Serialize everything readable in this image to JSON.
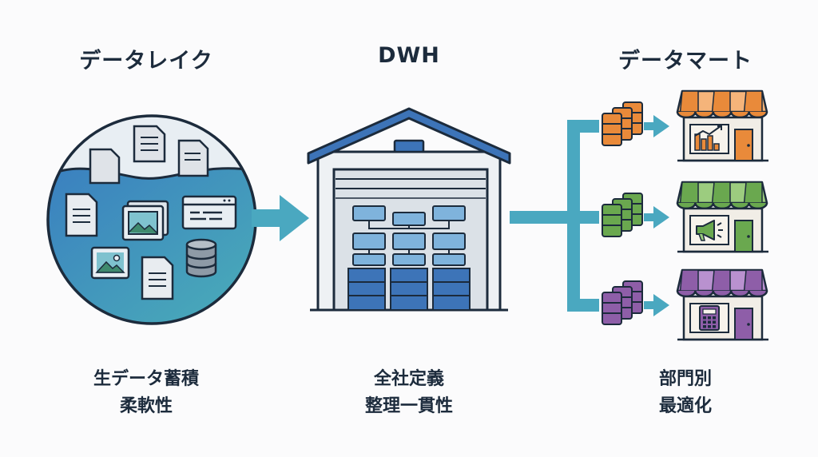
{
  "stages": [
    {
      "id": "data-lake",
      "title": "データレイク",
      "caption": [
        "生データ蓄積",
        "柔軟性"
      ]
    },
    {
      "id": "dwh",
      "title": "DWH",
      "caption": [
        "全社定義",
        "整理一貫性"
      ]
    },
    {
      "id": "data-mart",
      "title": "データマート",
      "caption": [
        "部門別",
        "最適化"
      ]
    }
  ],
  "marts": [
    {
      "color": "#e98a3a",
      "light": "#f5b47a",
      "icon": "bar-chart-icon",
      "department": "analytics"
    },
    {
      "color": "#6aa84f",
      "light": "#9ccc7f",
      "icon": "megaphone-icon",
      "department": "marketing"
    },
    {
      "color": "#8e5ea8",
      "light": "#b991cf",
      "icon": "calculator-icon",
      "department": "accounting"
    }
  ],
  "colors": {
    "outline": "#1c2b3c",
    "arrow": "#4aa8c0",
    "roof": "#3d74b8",
    "lake_top": "#e6eef4",
    "lake_water": "#3f8ec4",
    "dwh_box": "#7fb3dc",
    "dwh_storage": "#3d74b8"
  }
}
